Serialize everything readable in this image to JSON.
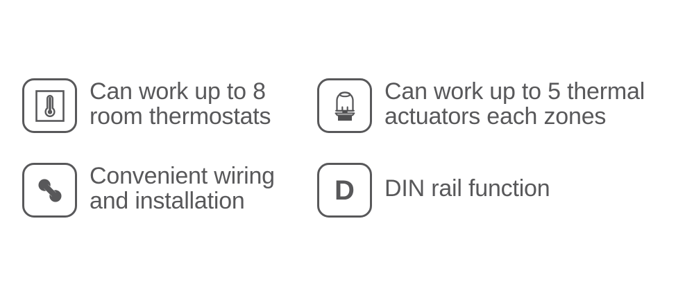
{
  "page": {
    "background_color": "#ffffff",
    "text_color": "#58585a",
    "icon_stroke_color": "#58585a",
    "icon_fill_dark": "#4f4f51"
  },
  "features": [
    {
      "icon": "room-thermostat-icon",
      "label": "Can work up to 8\nroom thermostats",
      "lines": 2
    },
    {
      "icon": "thermal-actuator-icon",
      "label": "Can work up to 5 thermal\nactuators each zones",
      "lines": 2
    },
    {
      "icon": "wrench-icon",
      "label": "Convenient wiring\nand installation",
      "lines": 2
    },
    {
      "icon": "din-letter-d-icon",
      "icon_letter": "D",
      "label": "DIN rail function",
      "lines": 1
    }
  ]
}
